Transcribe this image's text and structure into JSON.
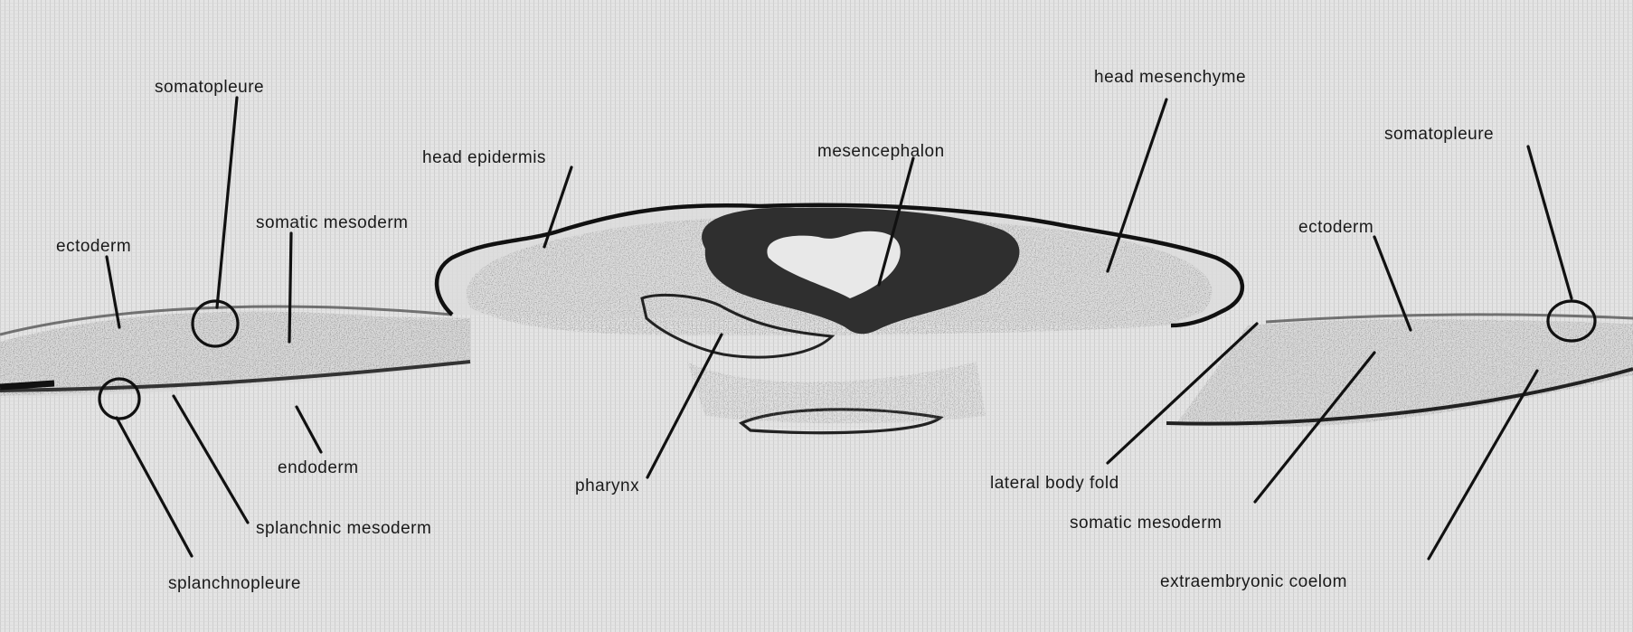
{
  "labels": {
    "somatopleure_left": "somatopleure",
    "head_epidermis": "head epidermis",
    "somatic_mesoderm_left": "somatic mesoderm",
    "ectoderm_left": "ectoderm",
    "endoderm": "endoderm",
    "splanchnic_mesoderm": "splanchnic mesoderm",
    "splanchnopleure": "splanchnopleure",
    "mesencephalon": "mesencephalon",
    "pharynx": "pharynx",
    "head_mesenchyme": "head mesenchyme",
    "somatopleure_right": "somatopleure",
    "ectoderm_right": "ectoderm",
    "lateral_body_fold": "lateral body fold",
    "somatic_mesoderm_right": "somatic mesoderm",
    "extraembryonic_coelom": "extraembryonic coelom"
  }
}
